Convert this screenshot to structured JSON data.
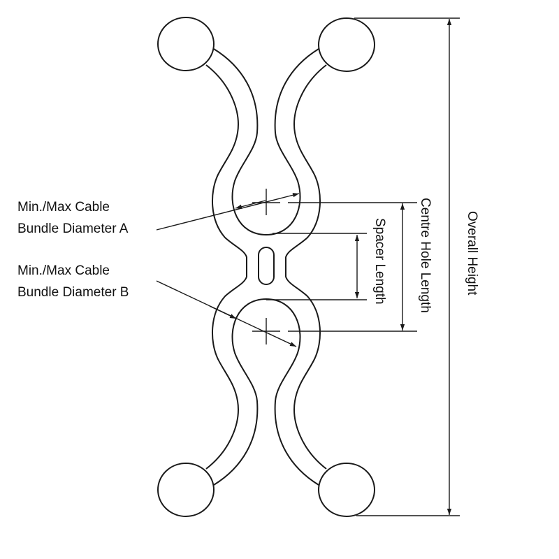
{
  "labels": {
    "diameter_a": [
      "Min./Max Cable",
      "Bundle Diameter A"
    ],
    "diameter_b": [
      "Min./Max Cable",
      "Bundle Diameter B"
    ],
    "spacer_length": "Spacer Length",
    "centre_hole_length": "Centre Hole Length",
    "overall_height": "Overall Height"
  }
}
